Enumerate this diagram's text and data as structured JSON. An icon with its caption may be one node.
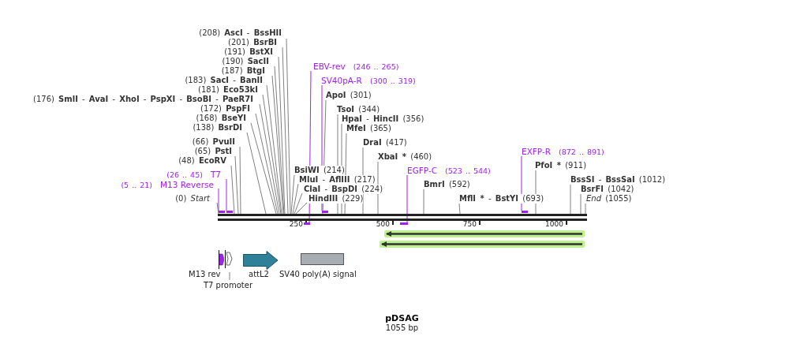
{
  "diagram": {
    "title": "pDSAG",
    "caption": "1055 bp",
    "nodes": [
      {
        "text": [
          "(208) **AscI** - **BssHII**"
        ]
      },
      {
        "text": [
          "(201) **BsrBI**"
        ]
      },
      {
        "text": [
          "(191) **BstXI**"
        ]
      },
      {
        "text": [
          "(190) **SacII**"
        ]
      },
      {
        "text": [
          "(187) **BtgI**"
        ]
      },
      {
        "text": [
          "EBV-rev",
          "(246 .. 265)"
        ]
      },
      {
        "text": [
          "(183) **SacI** - **BanII**"
        ]
      },
      {
        "text": [
          "SV40pA-R",
          "(300 .. 319)"
        ]
      },
      {
        "text": [
          "(181) **Eco53kI**"
        ]
      },
      {
        "text": [
          "(176) **SmlI** - **AvaI** - **XhoI** - **PspXI** - **BsoBI** - **PaeR7I**"
        ]
      },
      {
        "text": [
          "**ApoI** (301)"
        ]
      },
      {
        "text": [
          "(172) **PspFI**"
        ]
      },
      {
        "text": [
          "**TsoI** (344)"
        ]
      },
      {
        "text": [
          "(168) **BseYI**"
        ]
      },
      {
        "text": [
          "**HpaI** - **HincII** (356)"
        ]
      },
      {
        "text": [
          "(138) **BsrDI**"
        ]
      },
      {
        "text": [
          "**MfeI** (365)"
        ]
      },
      {
        "text": [
          "(66) **PvuII**"
        ]
      },
      {
        "text": [
          "**DraI** (417)"
        ]
      },
      {
        "text": [
          "(65) **PstI**"
        ]
      },
      {
        "text": [
          "EXFP-R",
          "(872 .. 891)"
        ]
      },
      {
        "text": [
          "**XbaI *** (460)"
        ]
      },
      {
        "text": [
          "(48) **EcoRV**"
        ]
      },
      {
        "text": [
          "**PfoI *** (911)"
        ]
      },
      {
        "text": [
          "**BsiWI** (214)"
        ]
      },
      {
        "text": [
          "EGFP-C",
          "(523 .. 544)"
        ]
      },
      {
        "text": [
          "(26 .. 45)",
          "T7"
        ]
      },
      {
        "text": [
          "**MluI** - **AflIII** (217)"
        ]
      },
      {
        "text": [
          "**BssSI** - **BssSaI** (1012)"
        ]
      },
      {
        "text": [
          "(5 .. 21)",
          "M13 Reverse"
        ]
      },
      {
        "text": [
          "**BmrI** (592)"
        ]
      },
      {
        "text": [
          "**ClaI** - **BspDI** (224)"
        ]
      },
      {
        "text": [
          "**BsrFI** (1042)"
        ]
      },
      {
        "text": [
          "(0) *Start*"
        ]
      },
      {
        "text": [
          "**HindIII** (229)"
        ]
      },
      {
        "text": [
          "**MflI *** - **BstYI** (693)"
        ]
      },
      {
        "text": [
          "*End* (1055)"
        ]
      },
      {
        "text": [],
        "shape": "bar"
      },
      {
        "text": [],
        "shape": "bar"
      },
      {
        "text": [],
        "shape": "bar"
      },
      {
        "text": [],
        "shape": "bar"
      },
      {
        "text": [],
        "shape": "bar"
      },
      {
        "text": [],
        "shape": "bar"
      },
      {
        "text": [],
        "shape": "bar"
      },
      {
        "text": [],
        "shape": "arrow"
      },
      {
        "text": [],
        "shape": "arrow"
      },
      {
        "text": [
          "M13 rev"
        ]
      },
      {
        "text": [],
        "shape": "arrow"
      },
      {
        "text": [
          "T7 promoter"
        ]
      },
      {
        "text": [
          "attL2"
        ]
      },
      {
        "text": [
          "SV40 poly(A) signal"
        ]
      }
    ],
    "edges": [
      {
        "from": 0,
        "to": 37,
        "arrow": "none"
      },
      {
        "from": 1,
        "to": 37,
        "arrow": "none"
      },
      {
        "from": 2,
        "to": 37,
        "arrow": "none"
      },
      {
        "from": 3,
        "to": 37,
        "arrow": "none"
      },
      {
        "from": 4,
        "to": 37,
        "arrow": "none"
      },
      {
        "from": 5,
        "to": 40,
        "arrow": "none",
        "color": "#a020f0"
      },
      {
        "from": 6,
        "to": 37,
        "arrow": "none"
      },
      {
        "from": 7,
        "to": 41,
        "arrow": "none",
        "color": "#a020f0"
      },
      {
        "from": 8,
        "to": 37,
        "arrow": "none"
      },
      {
        "from": 9,
        "to": 37,
        "arrow": "none"
      },
      {
        "from": 10,
        "to": 37,
        "arrow": "none"
      },
      {
        "from": 11,
        "to": 37,
        "arrow": "none"
      },
      {
        "from": 12,
        "to": 37,
        "arrow": "none"
      },
      {
        "from": 13,
        "to": 37,
        "arrow": "none"
      },
      {
        "from": 14,
        "to": 37,
        "arrow": "none"
      },
      {
        "from": 15,
        "to": 37,
        "arrow": "none"
      },
      {
        "from": 16,
        "to": 37,
        "arrow": "none"
      },
      {
        "from": 17,
        "to": 37,
        "arrow": "none"
      },
      {
        "from": 18,
        "to": 37,
        "arrow": "none"
      },
      {
        "from": 19,
        "to": 37,
        "arrow": "none"
      },
      {
        "from": 20,
        "to": 43,
        "arrow": "none",
        "color": "#a020f0"
      },
      {
        "from": 21,
        "to": 37,
        "arrow": "none"
      },
      {
        "from": 22,
        "to": 37,
        "arrow": "none"
      },
      {
        "from": 23,
        "to": 37,
        "arrow": "none"
      },
      {
        "from": 24,
        "to": 37,
        "arrow": "none"
      },
      {
        "from": 25,
        "to": 42,
        "arrow": "none",
        "color": "#a020f0"
      },
      {
        "from": 26,
        "to": 39,
        "arrow": "none",
        "color": "#a020f0"
      },
      {
        "from": 27,
        "to": 37,
        "arrow": "none"
      },
      {
        "from": 28,
        "to": 37,
        "arrow": "none"
      },
      {
        "from": 29,
        "to": 38,
        "arrow": "none",
        "color": "#a020f0"
      },
      {
        "from": 30,
        "to": 37,
        "arrow": "none"
      },
      {
        "from": 31,
        "to": 37,
        "arrow": "none"
      },
      {
        "from": 32,
        "to": 37,
        "arrow": "none"
      },
      {
        "from": 33,
        "to": 37,
        "arrow": "none"
      },
      {
        "from": 34,
        "to": 37,
        "arrow": "none"
      },
      {
        "from": 35,
        "to": 37,
        "arrow": "none"
      },
      {
        "from": 36,
        "to": 37,
        "arrow": "none"
      },
      {
        "from": 48,
        "to": 47,
        "arrow": "none"
      }
    ],
    "labels": [
      "250",
      "500",
      "750",
      "1000"
    ]
  }
}
